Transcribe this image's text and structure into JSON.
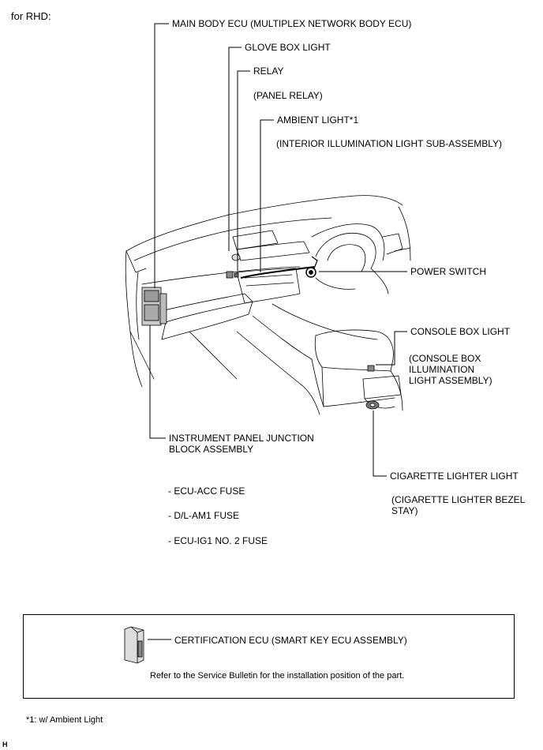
{
  "header": {
    "variant_label": "for RHD:"
  },
  "callouts": {
    "main_body_ecu": "MAIN BODY ECU (MULTIPLEX NETWORK BODY ECU)",
    "glove_box_light": "GLOVE BOX LIGHT",
    "relay": "RELAY",
    "relay_sub": "(PANEL RELAY)",
    "ambient_light": "AMBIENT LIGHT*1",
    "ambient_light_sub": "(INTERIOR ILLUMINATION LIGHT SUB-ASSEMBLY)",
    "power_switch": "POWER SWITCH",
    "console_box_light": "CONSOLE BOX LIGHT",
    "console_box_sub_1": "(CONSOLE BOX",
    "console_box_sub_2": "ILLUMINATION",
    "console_box_sub_3": "LIGHT ASSEMBLY)",
    "junction_block_1": "INSTRUMENT PANEL JUNCTION",
    "junction_block_2": "BLOCK ASSEMBLY",
    "cigarette_lighter_light": "CIGARETTE LIGHTER LIGHT",
    "cigarette_sub_1": "(CIGARETTE LIGHTER BEZEL",
    "cigarette_sub_2": "STAY)"
  },
  "fuses": [
    "- ECU-ACC FUSE",
    "- D/L-AM1 FUSE",
    "- ECU-IG1 NO. 2 FUSE"
  ],
  "note_box": {
    "certification_ecu": "CERTIFICATION ECU (SMART KEY ECU ASSEMBLY)",
    "refer_text": "Refer to the Service Bulletin for the installation position of the part."
  },
  "footnote": "*1: w/ Ambient Light",
  "corner_mark": "H"
}
